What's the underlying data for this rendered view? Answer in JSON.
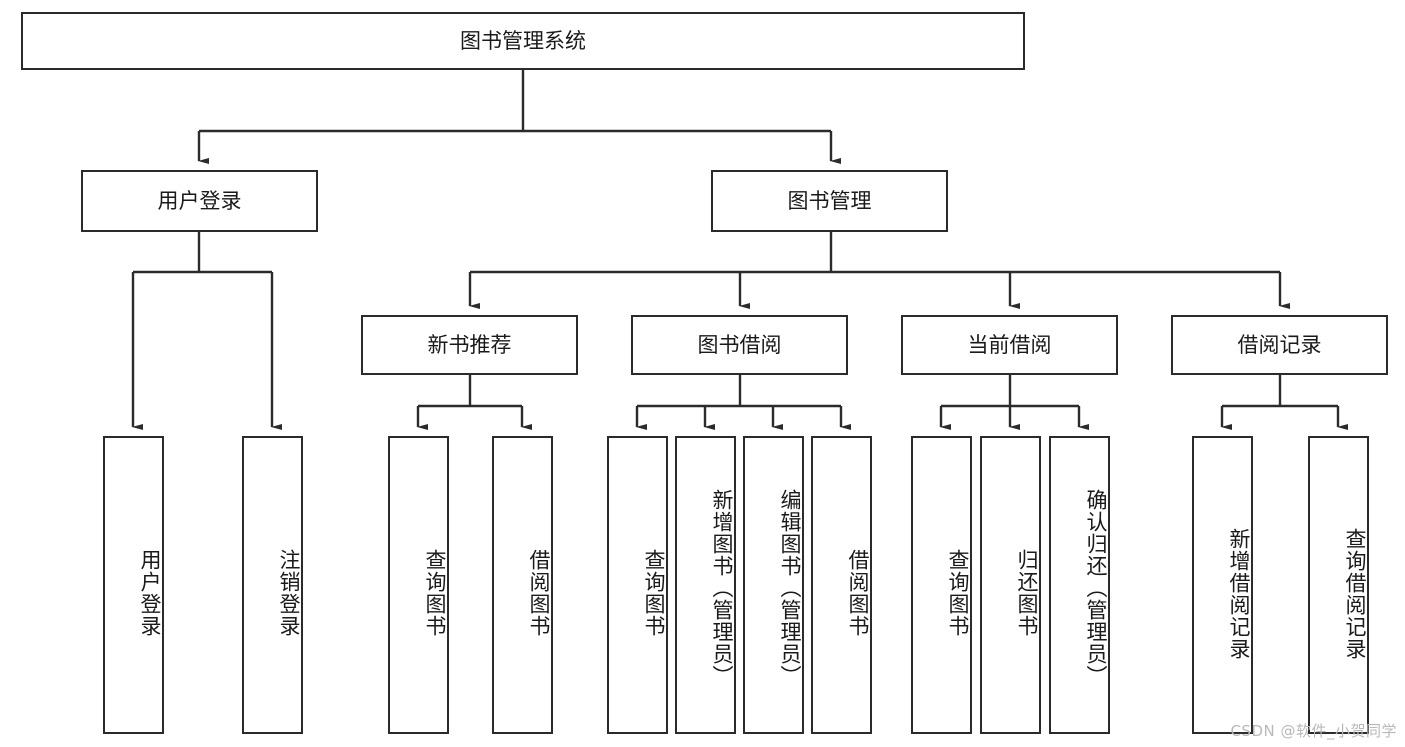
{
  "diagram": {
    "type": "tree",
    "title": "图书管理系统",
    "watermark": "CSDN @软件_小贺同学",
    "colors": {
      "box_border": "#2b2b2b",
      "box_fill": "#ffffff",
      "connector": "#2b2b2b",
      "text": "#1a1a1a",
      "watermark": "#b9b9b9",
      "background": "#ffffff"
    },
    "levels": {
      "root": {
        "label": "图书管理系统"
      },
      "level2": [
        {
          "id": "user-login",
          "label": "用户登录"
        },
        {
          "id": "book-management",
          "label": "图书管理"
        }
      ],
      "level3": [
        {
          "id": "new-book-recommend",
          "label": "新书推荐",
          "parent": "book-management"
        },
        {
          "id": "book-borrow",
          "label": "图书借阅",
          "parent": "book-management"
        },
        {
          "id": "current-borrow",
          "label": "当前借阅",
          "parent": "book-management"
        },
        {
          "id": "borrow-record",
          "label": "借阅记录",
          "parent": "book-management"
        }
      ],
      "leaves": [
        {
          "id": "leaf-user-login",
          "label": "用户登录",
          "parent": "user-login"
        },
        {
          "id": "leaf-logout-login",
          "label": "注销登录",
          "parent": "user-login"
        },
        {
          "id": "leaf-query-book-1",
          "label": "查询图书",
          "parent": "new-book-recommend"
        },
        {
          "id": "leaf-borrow-book-1",
          "label": "借阅图书",
          "parent": "new-book-recommend"
        },
        {
          "id": "leaf-query-book-2",
          "label": "查询图书",
          "parent": "book-borrow"
        },
        {
          "id": "leaf-add-book",
          "label": "新增图书（管理员）",
          "parent": "book-borrow"
        },
        {
          "id": "leaf-edit-book",
          "label": "编辑图书（管理员）",
          "parent": "book-borrow"
        },
        {
          "id": "leaf-borrow-book-2",
          "label": "借阅图书",
          "parent": "book-borrow"
        },
        {
          "id": "leaf-query-book-3",
          "label": "查询图书",
          "parent": "current-borrow"
        },
        {
          "id": "leaf-return-book",
          "label": "归还图书",
          "parent": "current-borrow"
        },
        {
          "id": "leaf-confirm-return",
          "label": "确认归还（管理员）",
          "parent": "current-borrow"
        },
        {
          "id": "leaf-add-record",
          "label": "新增借阅记录",
          "parent": "borrow-record"
        },
        {
          "id": "leaf-query-record",
          "label": "查询借阅记录",
          "parent": "borrow-record"
        }
      ]
    }
  }
}
